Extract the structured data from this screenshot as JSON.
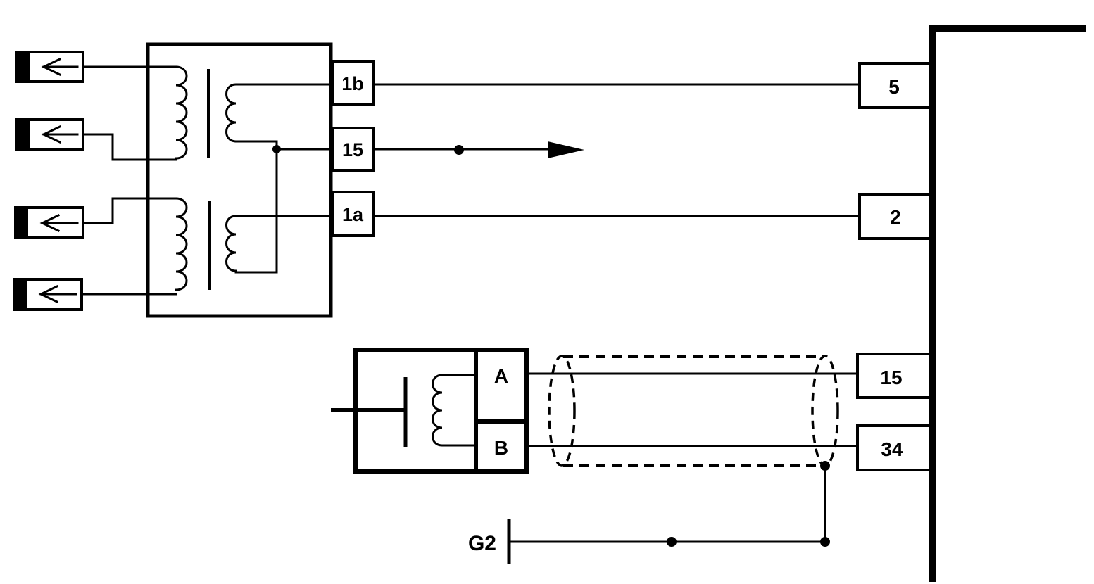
{
  "coil_terminals": {
    "t1b": "1b",
    "t15": "15",
    "t1a": "1a"
  },
  "sensor_terminals": {
    "a": "A",
    "b": "B"
  },
  "ecu_pins": {
    "p5": "5",
    "p2": "2",
    "p15": "15",
    "p34": "34"
  },
  "ground": {
    "label": "G2"
  },
  "icons": {
    "spark_plug": "spark-plug-icon",
    "coil": "ignition-coil-icon",
    "sensor": "inductive-sensor-icon",
    "ground": "ground-icon",
    "arrow": "arrow-right-icon"
  }
}
